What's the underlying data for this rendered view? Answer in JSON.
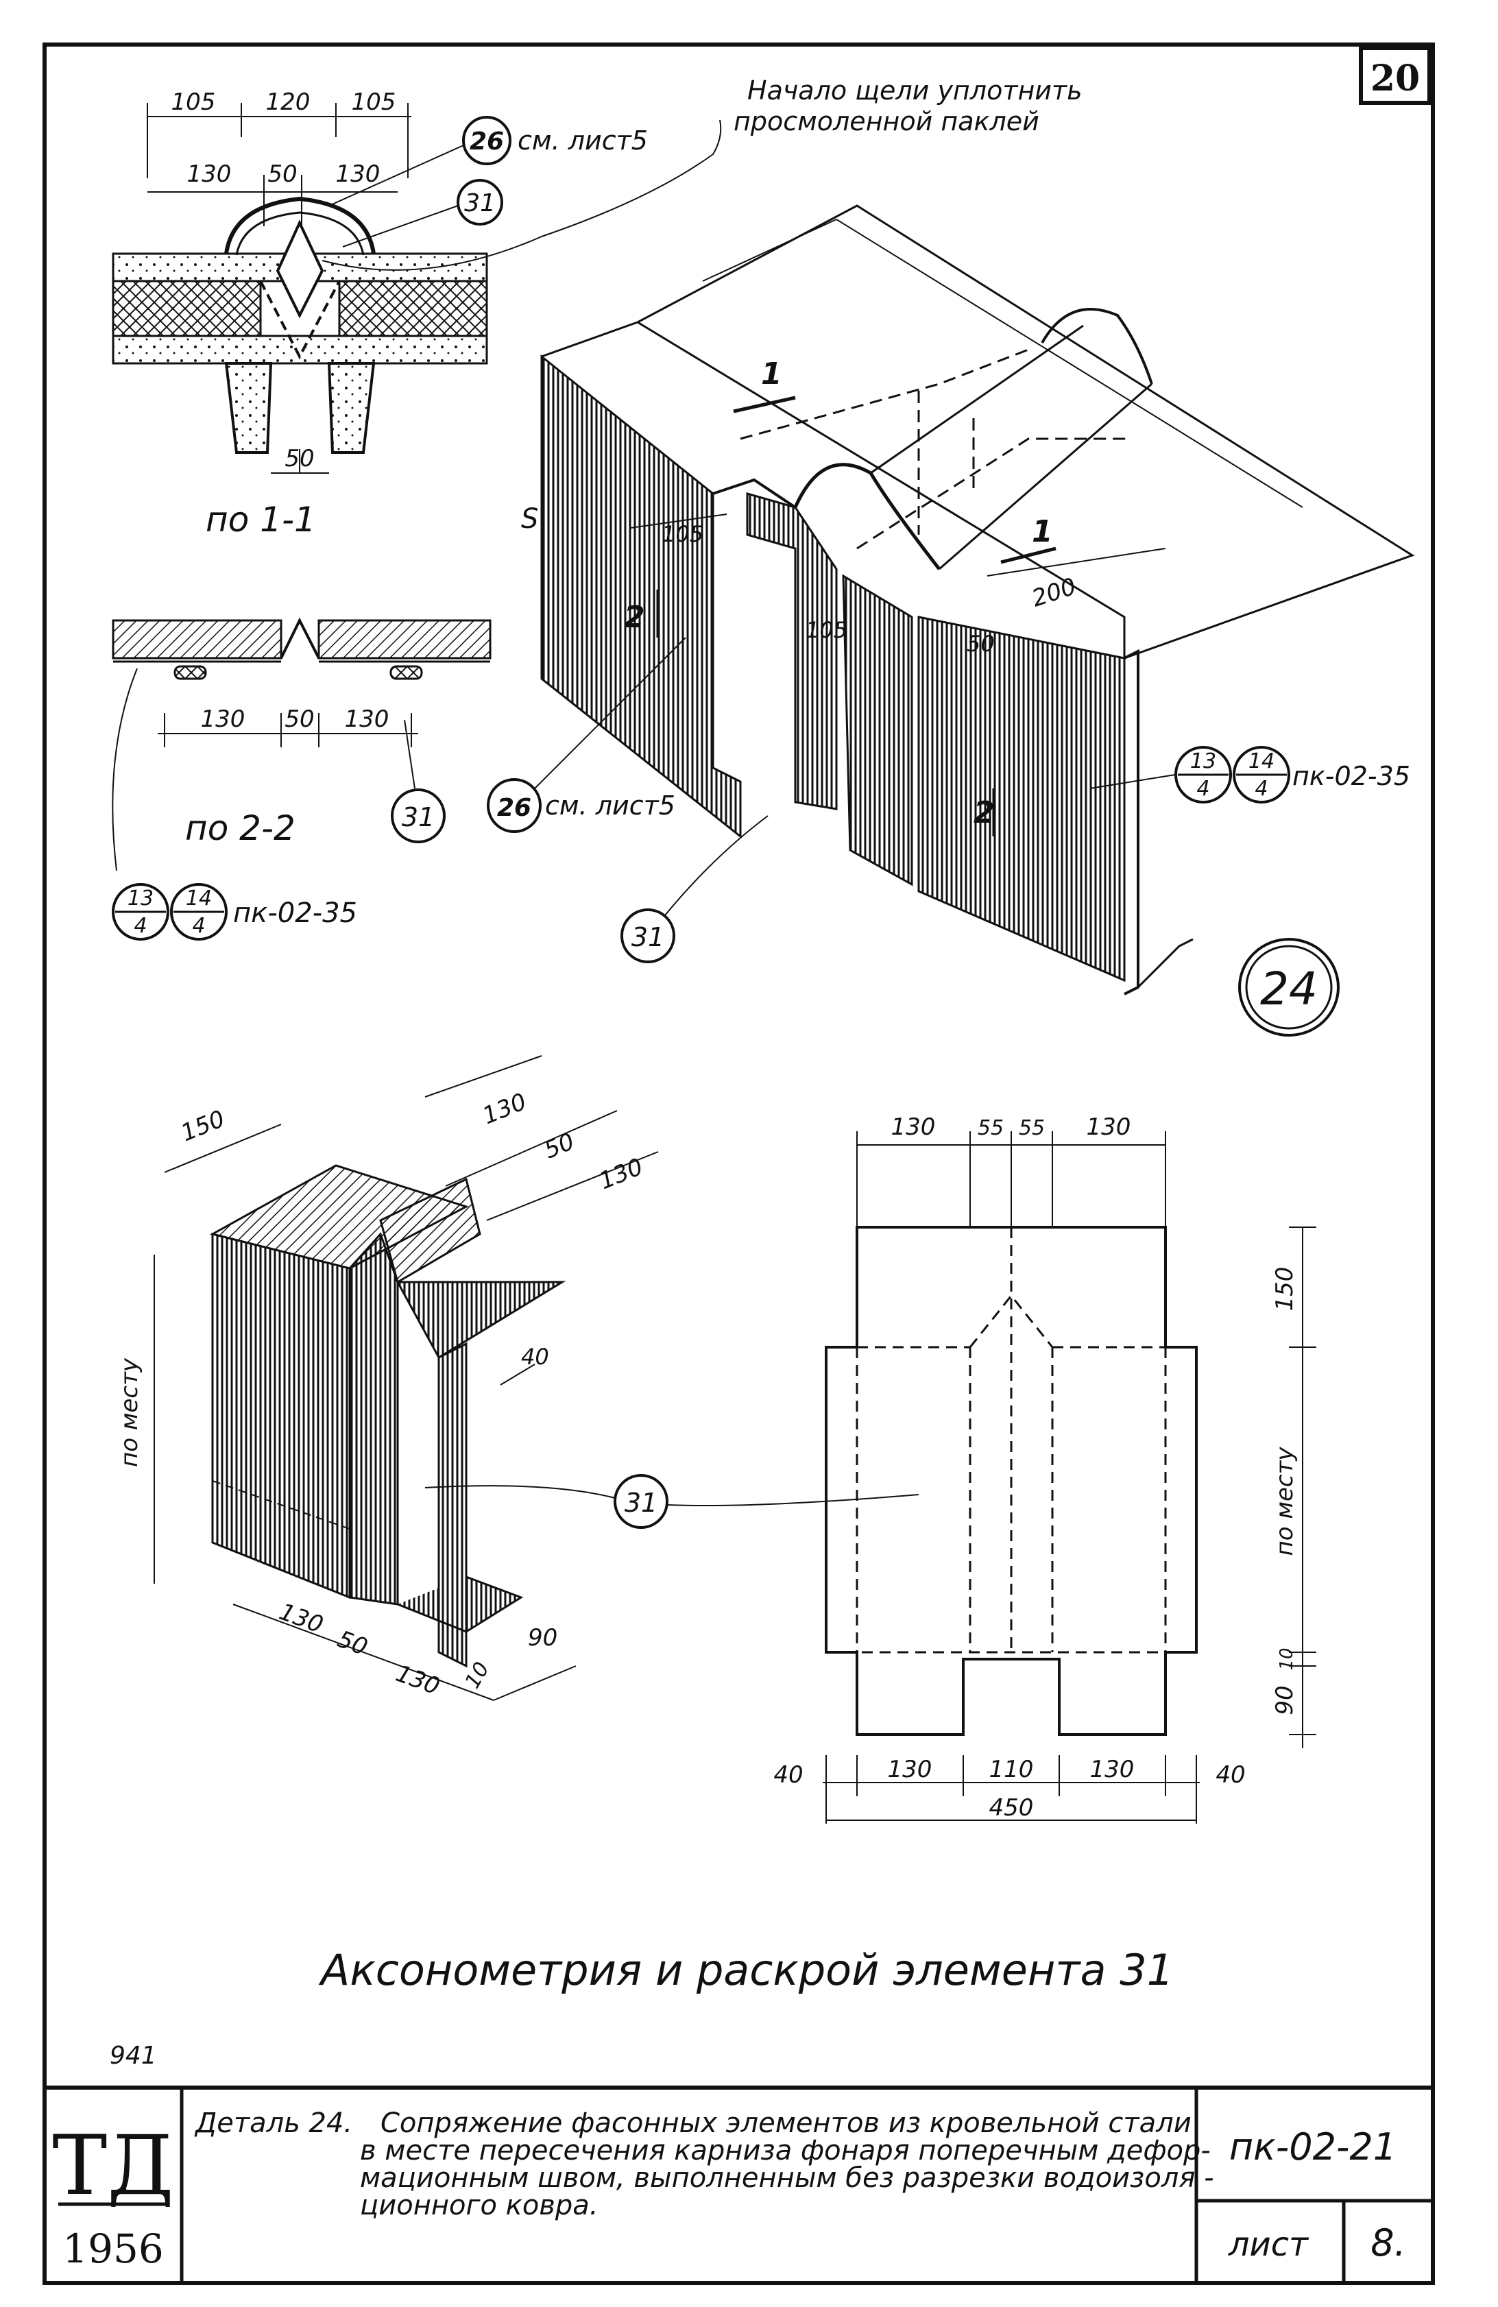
{
  "sheet_corner_number": "20",
  "note_top": [
    "Начало щели уплотнить",
    "просмоленной паклей"
  ],
  "section_1": {
    "title": "по 1-1",
    "dims_top": [
      "105",
      "120",
      "105"
    ],
    "dims_second": [
      "130",
      "50",
      "130"
    ],
    "dim_bottom": "50",
    "ref_26": "26",
    "ref_26_note": "см. лист5",
    "ref_31": "31"
  },
  "section_2": {
    "title": "по 2-2",
    "dims": [
      "130",
      "50",
      "130"
    ],
    "ref_31": "31",
    "ref_a_top": "13",
    "ref_a_bot": "4",
    "ref_b_top": "14",
    "ref_b_bot": "4",
    "ref_doc": "пк-02-35"
  },
  "detail_24": {
    "badge": "24",
    "cut_1a": "1",
    "cut_1b": "1",
    "cut_2a": "2",
    "cut_2b": "2",
    "dim_105a": "105",
    "dim_105b": "105",
    "dim_50": "50",
    "dim_200": "200",
    "dim_s": "S",
    "ref_26": "26",
    "ref_26_note": "см. лист5",
    "ref_31": "31",
    "ref_a_top": "13",
    "ref_a_bot": "4",
    "ref_b_top": "14",
    "ref_b_bot": "4",
    "ref_doc": "пк-02-35"
  },
  "axon_31": {
    "dims_top": [
      "150",
      "130",
      "50",
      "130"
    ],
    "dim_40": "40",
    "dim_side": "по месту",
    "dims_bottom": [
      "130",
      "50",
      "130",
      "10",
      "90"
    ],
    "ref_31": "31"
  },
  "pattern_31": {
    "dims_top": [
      "130",
      "55",
      "55",
      "130"
    ],
    "dims_right": [
      "150",
      "по месту",
      "10",
      "90"
    ],
    "dims_bottom": [
      "40",
      "130",
      "110",
      "130",
      "40"
    ],
    "dim_total": "450"
  },
  "caption": "Аксонометрия и раскрой элемента 31",
  "page_note": "941",
  "title_block": {
    "logo_top": "ТД",
    "logo_year": "1956",
    "description_label": "Деталь 24.",
    "description_lines": [
      "Сопряжение фасонных элементов из кровельной стали",
      "в месте пересечения карниза фонаря поперечным дефор-",
      "мационным швом, выполненным без разрезки водоизоля -",
      "ционного ковра."
    ],
    "doc_code": "пк-02-21",
    "sheet_label": "лист",
    "sheet_number": "8."
  }
}
